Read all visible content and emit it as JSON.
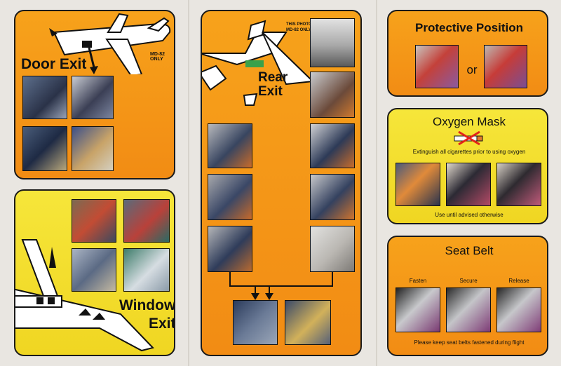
{
  "door_exit": {
    "title": "Door Exit",
    "note": "MD-82 ONLY"
  },
  "window_exit": {
    "title_line1": "Window",
    "title_line2": "Exit"
  },
  "rear_exit": {
    "title_line1": "Rear",
    "title_line2": "Exit",
    "photo_note_line1": "THIS PHOTO",
    "photo_note_line2": "MD-82 ONLY"
  },
  "protective": {
    "title": "Protective Position",
    "or_text": "or"
  },
  "oxygen": {
    "title": "Oxygen Mask",
    "instruction": "Extinguish all cigarettes prior to using oxygen",
    "caption": "Use until advised otherwise"
  },
  "seatbelt": {
    "title": "Seat Belt",
    "labels": [
      "Fasten",
      "Secure",
      "Release"
    ],
    "caption": "Please keep seat belts fastened during flight"
  },
  "colors": {
    "orange": "#f28c14",
    "yellow": "#f0d622",
    "border": "#1a1a1a"
  }
}
